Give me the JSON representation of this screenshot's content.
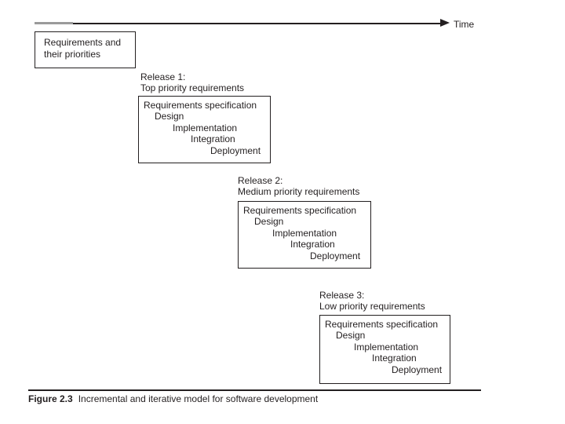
{
  "figure": {
    "time_axis": {
      "label": "Time"
    },
    "intro_box": {
      "lines": [
        "Requirements and",
        "their priorities"
      ]
    },
    "releases": [
      {
        "title": "Release 1:",
        "subtitle": "Top priority requirements",
        "phases": [
          "Requirements specification",
          "Design",
          "Implementation",
          "Integration",
          "Deployment"
        ]
      },
      {
        "title": "Release 2:",
        "subtitle": "Medium priority requirements",
        "phases": [
          "Requirements specification",
          "Design",
          "Implementation",
          "Integration",
          "Deployment"
        ]
      },
      {
        "title": "Release 3:",
        "subtitle": "Low priority requirements",
        "phases": [
          "Requirements specification",
          "Design",
          "Implementation",
          "Integration",
          "Deployment"
        ]
      }
    ],
    "caption": {
      "label": "Figure 2.3",
      "text": "Incremental and iterative model for software development"
    },
    "colors": {
      "ink": "#231f20",
      "axis_gray": "#9b9b9b",
      "background": "#ffffff"
    }
  }
}
